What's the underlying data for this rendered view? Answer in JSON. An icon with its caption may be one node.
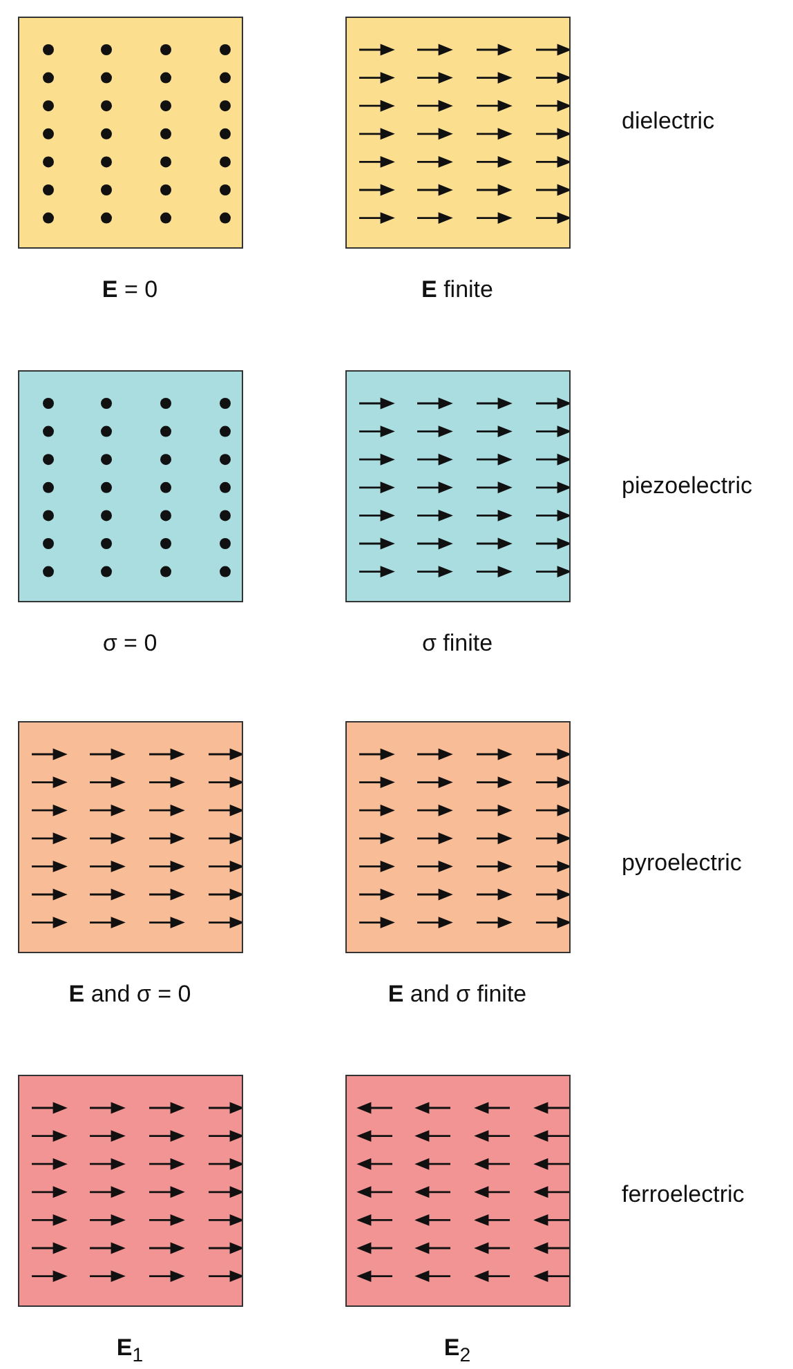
{
  "diagram": {
    "nodes": [
      {
        "text": [],
        "shape": "box",
        "beside": [
          "**E** = 0"
        ]
      },
      {
        "text": [],
        "shape": "box",
        "beside": [
          "**E** finite"
        ]
      },
      {
        "text": [],
        "shape": "box",
        "beside": [
          "σ = 0"
        ]
      },
      {
        "text": [],
        "shape": "box",
        "beside": [
          "σ finite"
        ]
      },
      {
        "text": [],
        "shape": "box",
        "beside": [
          "**E** and σ = 0"
        ]
      },
      {
        "text": [],
        "shape": "box",
        "beside": [
          "**E** and σ finite"
        ]
      },
      {
        "text": [],
        "shape": "box",
        "beside": [
          "**E**$_{1}$"
        ]
      },
      {
        "text": [],
        "shape": "box",
        "beside": [
          "**E**$_{2}$"
        ]
      }
    ],
    "labels": [
      "dielectric",
      "piezoelectric",
      "pyroelectric",
      "ferroelectric"
    ]
  }
}
